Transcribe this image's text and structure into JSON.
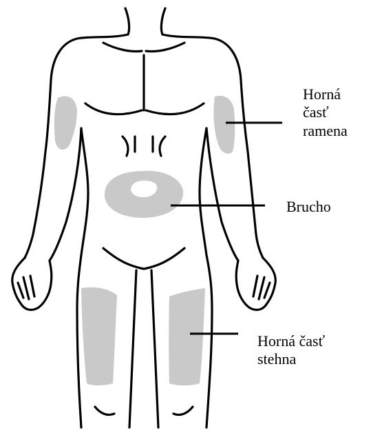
{
  "diagram": {
    "colors": {
      "outline": "#000000",
      "zone": "#c9c9c9",
      "background": "#ffffff"
    },
    "labels": {
      "upper_arm": [
        "Horná",
        "časť",
        "ramena"
      ],
      "abdomen": "Brucho",
      "thigh": [
        "Horná časť",
        "stehna"
      ]
    }
  }
}
